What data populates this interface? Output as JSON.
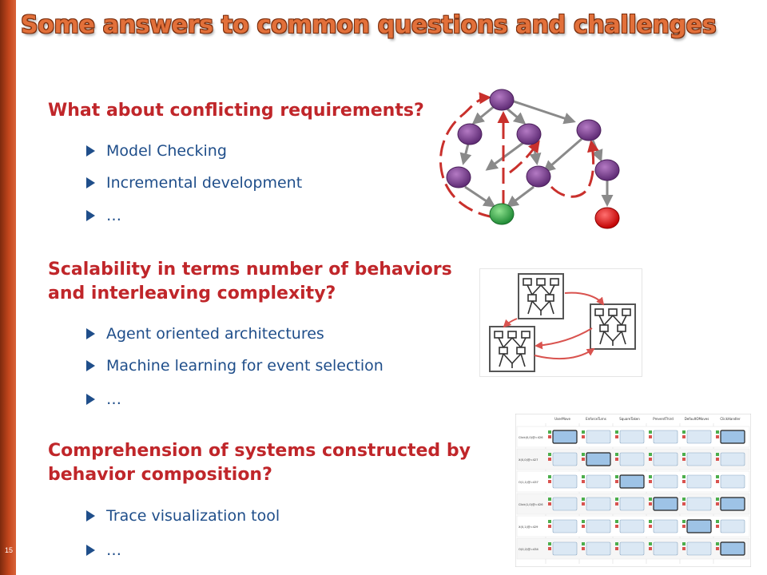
{
  "slide": {
    "title": "Some answers to common questions and challenges",
    "number": "15"
  },
  "sections": [
    {
      "heading": "What about conflicting requirements?",
      "bullets": [
        "Model Checking",
        "Incremental development",
        "…"
      ]
    },
    {
      "heading_line1": "Scalability in terms number of behaviors",
      "heading_line2": "and interleaving complexity?",
      "bullets": [
        "Agent oriented architectures",
        "Machine learning for event selection",
        "…"
      ]
    },
    {
      "heading_line1": "Comprehension of systems constructed by",
      "heading_line2": "behavior composition?",
      "bullets": [
        "Trace visualization tool",
        "…"
      ]
    }
  ],
  "colors": {
    "heading": "#c0262a",
    "bullet": "#1f4e8a",
    "title": "#e2703a",
    "node": "#7a3b8f",
    "start_node": "#2ea84a",
    "end_node": "#e01010",
    "dashed_path": "#c9302c"
  },
  "icons": {
    "bullet": "arrowhead-bullet-icon",
    "graph": "state-graph-diagram",
    "architecture": "agent-architecture-diagram",
    "trace": "trace-visualization-screenshot"
  },
  "trace_table": {
    "columns": [
      "UserMove",
      "EnforceTurns",
      "SquareTaken",
      "PreventThird",
      "DefaultOMoves",
      "ClickHandler"
    ],
    "rows": [
      "Click(0,0)@=426",
      "X(0,0)@=427",
      "O(1,1)@=437",
      "Click(1,0)@=426",
      "X(0,1)@=429",
      "O(0,2)@=434"
    ]
  }
}
